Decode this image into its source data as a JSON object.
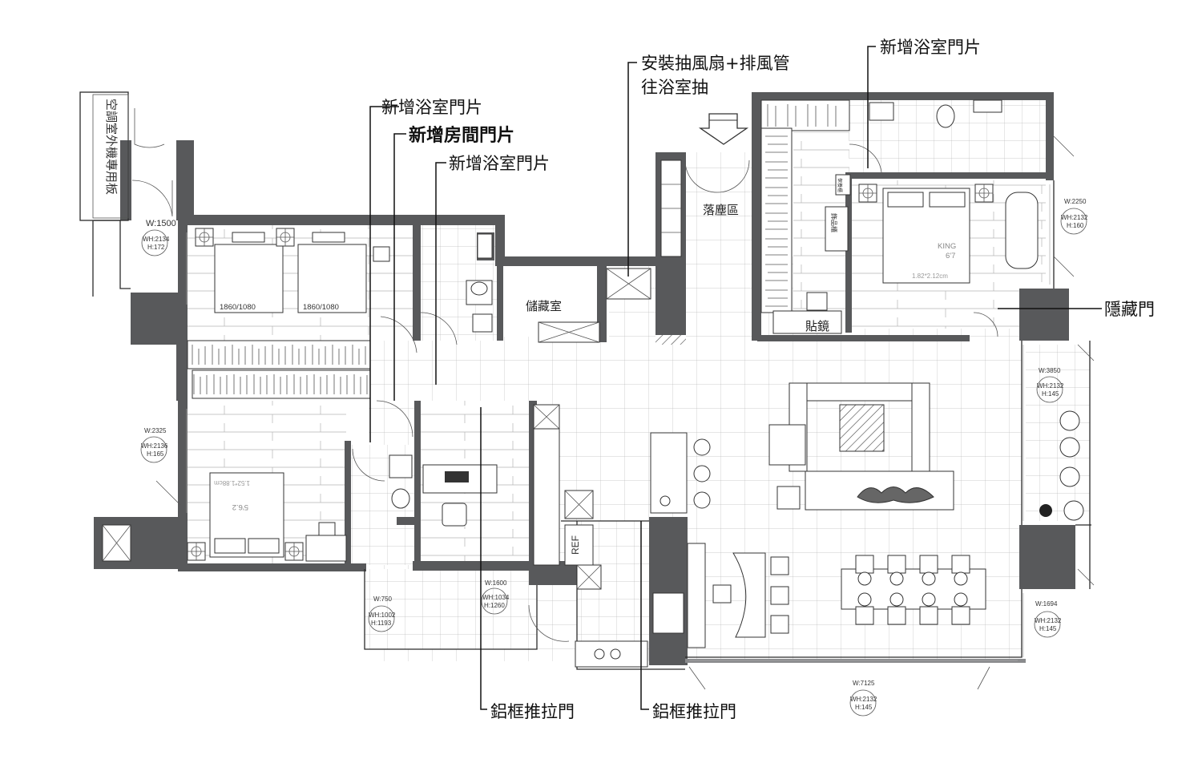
{
  "callouts": {
    "exhaust_fan_line1": "安裝抽風扇+排風管",
    "exhaust_fan_line2": "往浴室抽",
    "bath_door_top_right": "新增浴室門片",
    "bath_door_1": "新增浴室門片",
    "room_door": "新增房間門片",
    "bath_door_2": "新增浴室門片",
    "hidden_door": "隱藏門",
    "alu_slide_door_1": "鋁框推拉門",
    "alu_slide_door_2": "鋁框推拉門"
  },
  "rooms": {
    "storage": "儲藏室",
    "dust_area": "落塵區",
    "mirror": "貼鏡",
    "ac_ledge": "空調室外機專用板",
    "ref": "REF",
    "jewelry": "飾品櫃",
    "vanity_small": "保養櫃"
  },
  "beds": {
    "single_1": "1860/1080",
    "single_2": "1860/1080",
    "king": "KING",
    "king_size": "6'7",
    "king_dim": "1.82*2.12cm",
    "queen": "5'6.2",
    "queen_dim": "1.52*1.88cm"
  },
  "windows": [
    {
      "id": "w1500",
      "w": "W:1500",
      "wh": "WH:2134",
      "h": "H:172"
    },
    {
      "id": "w2250",
      "w": "W:2250",
      "wh": "WH:2132",
      "h": "H:160"
    },
    {
      "id": "w3850",
      "w": "W:3850",
      "wh": "WH:2132",
      "h": "H:145"
    },
    {
      "id": "w2325",
      "w": "W:2325",
      "wh": "WH:2136",
      "h": "H:165"
    },
    {
      "id": "w750",
      "w": "W:750",
      "wh": "WH:1002",
      "h": "H:1193"
    },
    {
      "id": "w1600",
      "w": "W:1600",
      "wh": "WH:1034",
      "h": "H:1260"
    },
    {
      "id": "w1694",
      "w": "W:1694",
      "wh": "WH:2132",
      "h": "H:145"
    },
    {
      "id": "w7125",
      "w": "W:7125",
      "wh": "WH:2132",
      "h": "H:145"
    }
  ],
  "colors": {
    "wall": "#58595b",
    "line": "#2b2b2b",
    "grid": "#9a9a9a"
  }
}
